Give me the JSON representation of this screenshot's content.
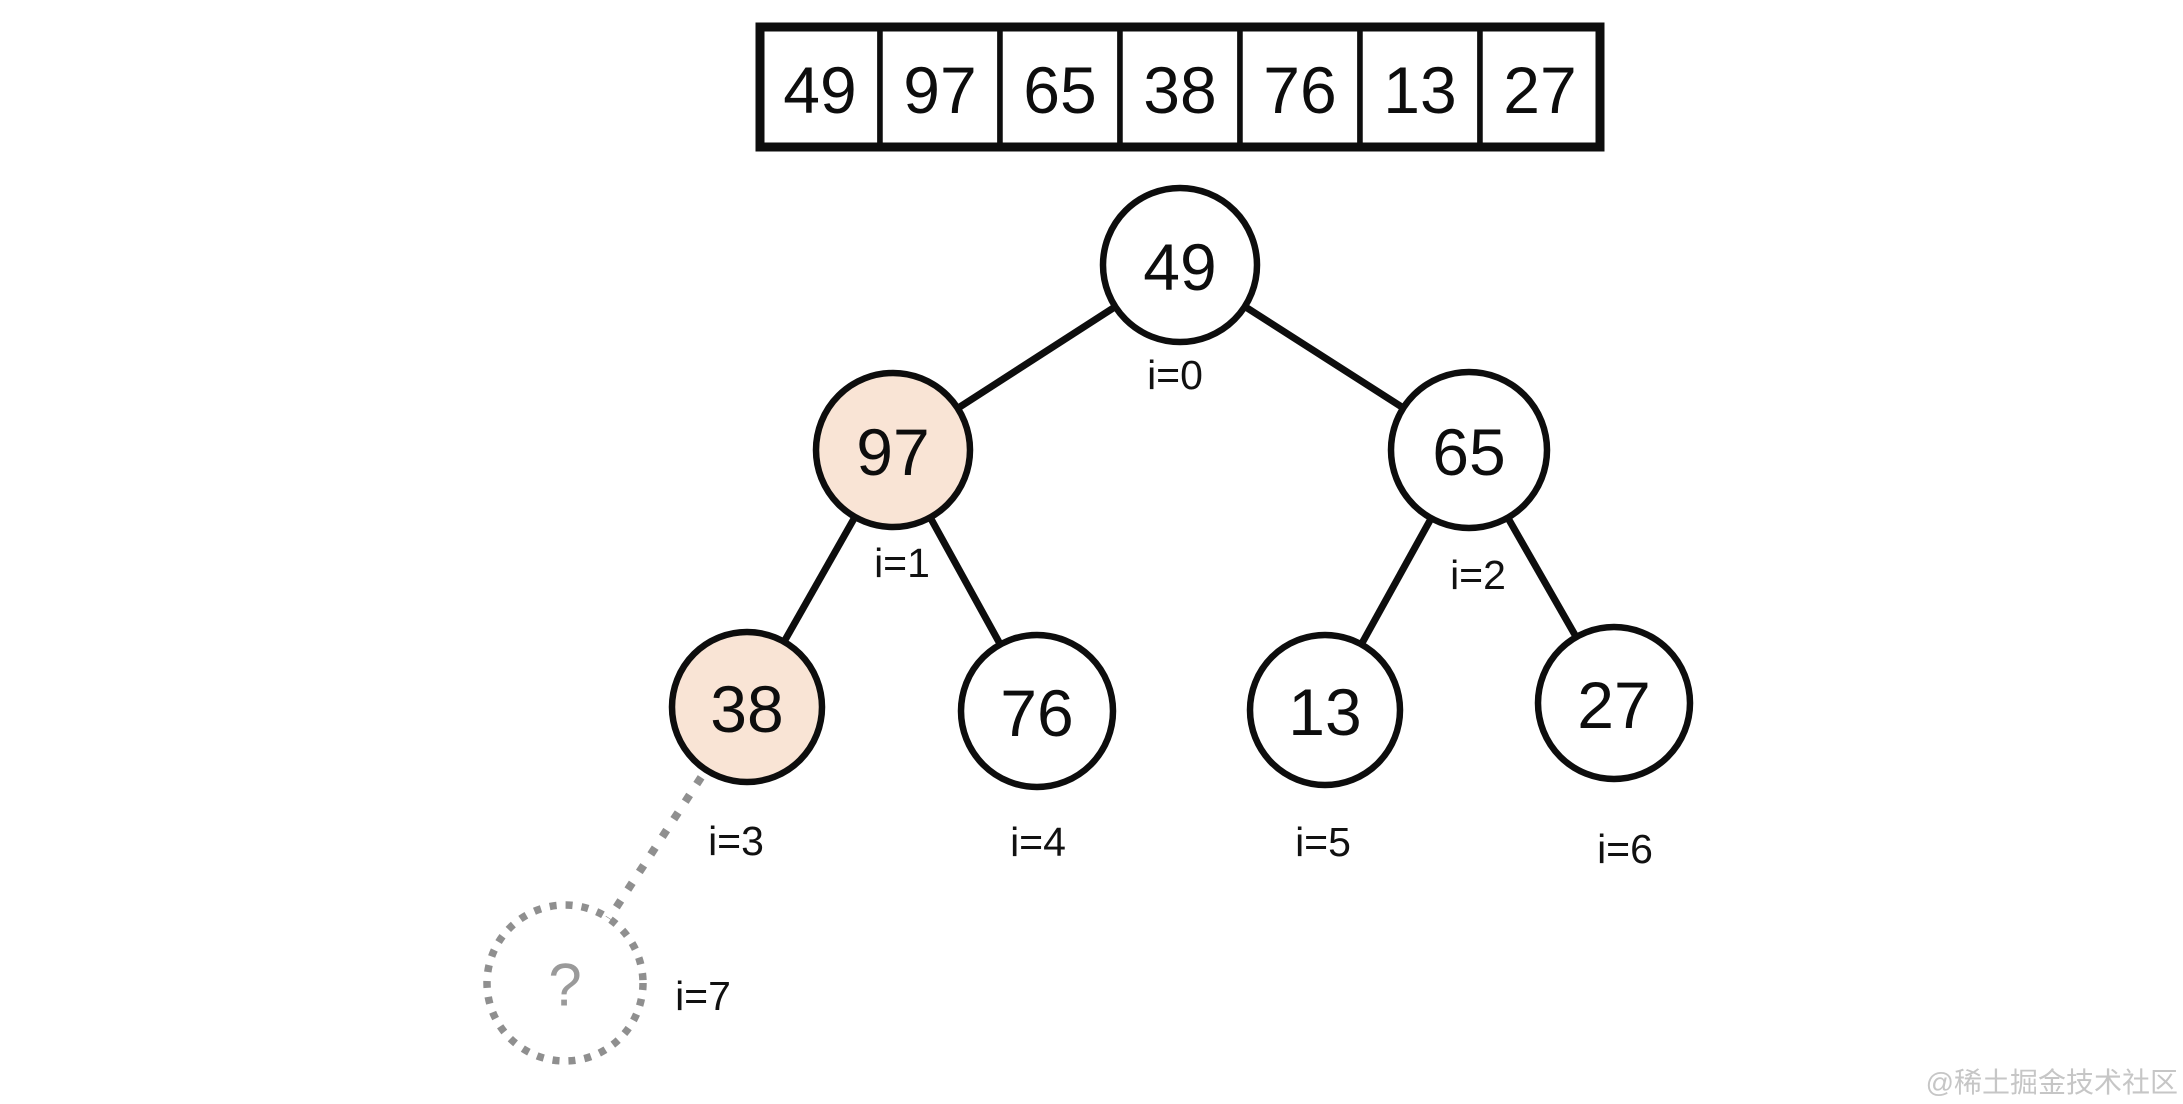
{
  "array": {
    "values": [
      "49",
      "97",
      "65",
      "38",
      "76",
      "13",
      "27"
    ]
  },
  "tree": {
    "nodes": [
      {
        "value": "49",
        "index_label": "i=0",
        "highlighted": false
      },
      {
        "value": "97",
        "index_label": "i=1",
        "highlighted": true
      },
      {
        "value": "65",
        "index_label": "i=2",
        "highlighted": false
      },
      {
        "value": "38",
        "index_label": "i=3",
        "highlighted": true
      },
      {
        "value": "76",
        "index_label": "i=4",
        "highlighted": false
      },
      {
        "value": "13",
        "index_label": "i=5",
        "highlighted": false
      },
      {
        "value": "27",
        "index_label": "i=6",
        "highlighted": false
      },
      {
        "value": "?",
        "index_label": "i=7",
        "placeholder": true
      }
    ]
  },
  "colors": {
    "node_stroke": "#0d0d0d",
    "highlight_fill": "#F9E4D5",
    "plain_fill": "#ffffff",
    "placeholder_gray": "#8f8f8f",
    "question_gray": "#9a9a9a",
    "watermark_gray": "#c6c6c6"
  },
  "watermark": "@稀土掘金技术社区"
}
